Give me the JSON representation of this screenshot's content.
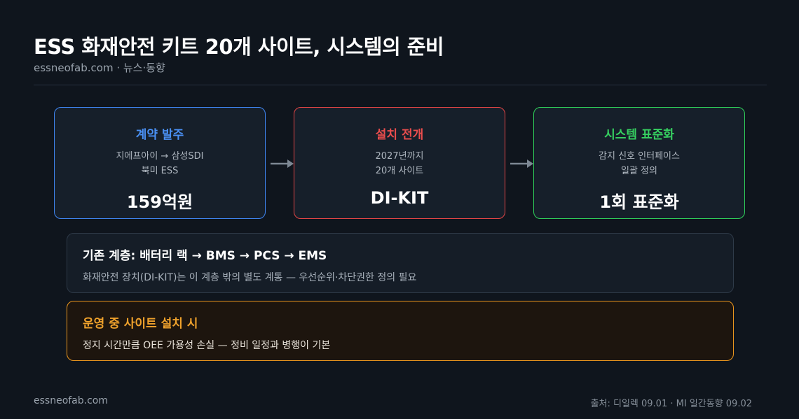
{
  "header": {
    "title": "ESS 화재안전 키트 20개 사이트, 시스템의 준비",
    "subtitle": "essneofab.com · 뉴스·동향"
  },
  "flow": [
    {
      "title": "계약 발주",
      "lines": [
        "지에프아이 → 삼성SDI",
        "북미 ESS"
      ],
      "value": "159억원"
    },
    {
      "title": "설치 전개",
      "lines": [
        "2027년까지",
        "20개 사이트"
      ],
      "value": "DI-KIT"
    },
    {
      "title": "시스템 표준화",
      "lines": [
        "감지 신호 인터페이스",
        "일괄 정의"
      ],
      "value": "1회 표준화"
    }
  ],
  "info": {
    "heading": "기존 계층: 배터리 랙 → BMS → PCS → EMS",
    "body": "화재안전 장치(DI-KIT)는 이 계층 밖의 별도 계통 — 우선순위·차단권한 정의 필요"
  },
  "warning": {
    "heading": "운영 중 사이트 설치 시",
    "body": "정지 시간만큼 OEE 가용성 손실 — 정비 일정과 병행이 기본"
  },
  "footer": {
    "left": "essneofab.com",
    "right": "출처: 디일렉 09.01 · MI 일간동향 09.02"
  },
  "colors": {
    "card_1": "#3f86f3",
    "card_2": "#e54545",
    "card_3": "#2fcf5a",
    "warning": "#e8951e",
    "arrow": "#7d8894"
  }
}
